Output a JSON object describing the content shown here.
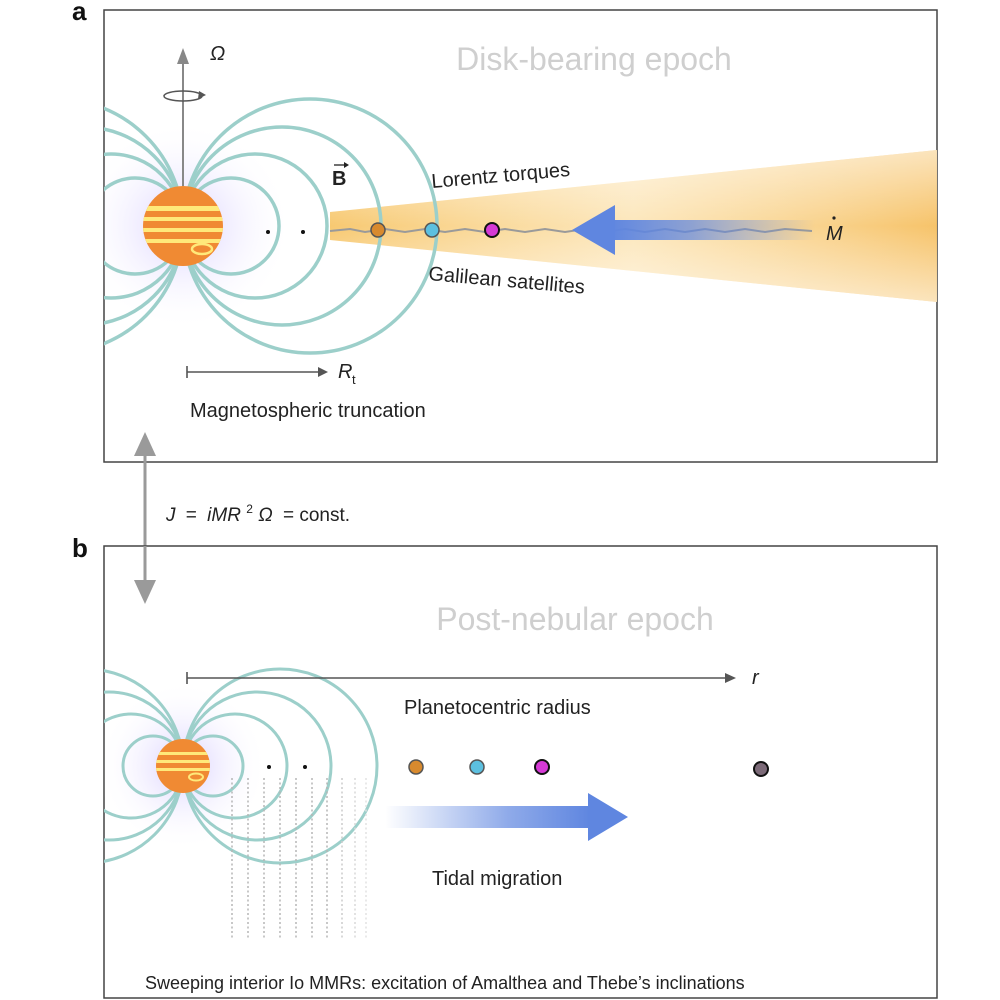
{
  "panels": {
    "a": {
      "letter": "a",
      "title": "Disk-bearing epoch",
      "omega_label": "Ω",
      "b_label": "B",
      "lorentz_label": "Lorentz torques",
      "galilean_label": "Galilean satellites",
      "mdot_label": "M",
      "rt_label": "R",
      "rt_sub": "t",
      "truncation_label": "Magnetospheric truncation"
    },
    "b": {
      "letter": "b",
      "title": "Post-nebular epoch",
      "r_label": "r",
      "radius_label": "Planetocentric radius",
      "tidal_label": "Tidal migration",
      "caption": "Sweeping interior Io MMRs: excitation of Amalthea and Thebe’s inclinations"
    }
  },
  "equation": {
    "j": "J",
    "eq1": "=",
    "imr": "iMR",
    "sup": "2",
    "omega": "Ω",
    "rest": "= const."
  },
  "colors": {
    "field_lines": "#9ccfca",
    "planet_orange": "#f08a33",
    "planet_band": "#ffe97a",
    "disk": "#f7c66a",
    "arrow_blue": "#5f86e0",
    "sat_io": "#d88a2e",
    "sat_europa": "#5cc0e0",
    "sat_ganymede": "#d63ad6",
    "sat_callisto": "#7c6a78",
    "frame": "#444444",
    "grey_arrow": "#9a9a9a"
  }
}
